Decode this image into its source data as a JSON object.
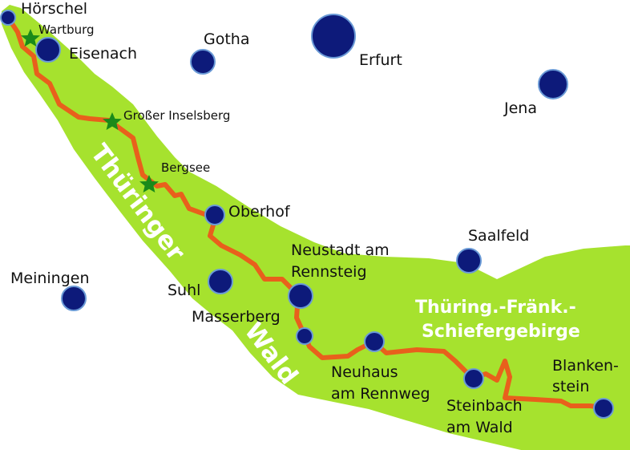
{
  "colors": {
    "region": "#a6e22e",
    "route": "#e8601c",
    "town_fill": "#0d1a7a",
    "town_stroke": "#6a9ad6",
    "star": "#1a8a1a",
    "region_text": "#ffffff"
  },
  "region_labels": {
    "thueringer": "Thüringer",
    "wald": "Wald",
    "schiefer_line1": "Thüring.-Fränk.-",
    "schiefer_line2": "Schiefergebirge"
  },
  "towns": [
    {
      "id": "hoerschel",
      "name": "Hörschel"
    },
    {
      "id": "eisenach",
      "name": "Eisenach"
    },
    {
      "id": "gotha",
      "name": "Gotha"
    },
    {
      "id": "erfurt",
      "name": "Erfurt"
    },
    {
      "id": "jena",
      "name": "Jena"
    },
    {
      "id": "oberhof",
      "name": "Oberhof"
    },
    {
      "id": "saalfeld",
      "name": "Saalfeld"
    },
    {
      "id": "meiningen",
      "name": "Meiningen"
    },
    {
      "id": "suhl",
      "name": "Suhl"
    },
    {
      "id": "neustadt",
      "name_line1": "Neustadt am",
      "name_line2": "Rennsteig"
    },
    {
      "id": "masserberg",
      "name": "Masserberg"
    },
    {
      "id": "neuhaus",
      "name_line1": "Neuhaus",
      "name_line2": "am Rennweg"
    },
    {
      "id": "steinbach",
      "name_line1": "Steinbach",
      "name_line2": "am Wald"
    },
    {
      "id": "blankenstein",
      "name_line1": "Blanken-",
      "name_line2": "stein"
    }
  ],
  "landmarks": [
    {
      "id": "wartburg",
      "name": "Wartburg",
      "icon": "star-icon"
    },
    {
      "id": "inselsberg",
      "name": "Großer Inselsberg",
      "icon": "star-icon"
    },
    {
      "id": "bergsee",
      "name": "Bergsee",
      "icon": "star-icon"
    }
  ]
}
